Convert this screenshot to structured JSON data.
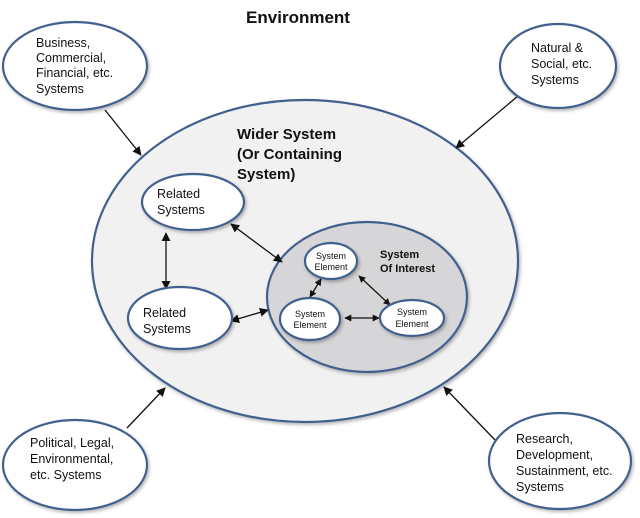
{
  "title": "Environment",
  "environment_systems": [
    {
      "id": "business",
      "lines": [
        "Business,",
        "Commercial,",
        "Financial, etc.",
        "Systems"
      ]
    },
    {
      "id": "natural",
      "lines": [
        "Natural &",
        "Social, etc.",
        "Systems"
      ]
    },
    {
      "id": "political",
      "lines": [
        "Political, Legal,",
        "Environmental,",
        "etc. Systems"
      ]
    },
    {
      "id": "research",
      "lines": [
        "Research,",
        "Development,",
        "Sustainment, etc.",
        "Systems"
      ]
    }
  ],
  "wider_system": {
    "lines": [
      "Wider System",
      "(Or Containing",
      "System)"
    ]
  },
  "related_systems": [
    {
      "id": "related-top",
      "lines": [
        "Related",
        "Systems"
      ]
    },
    {
      "id": "related-bottom",
      "lines": [
        "Related",
        "Systems"
      ]
    }
  ],
  "system_of_interest": {
    "lines": [
      "System",
      "Of Interest"
    ],
    "elements": [
      {
        "id": "element-top",
        "lines": [
          "System",
          "Element"
        ]
      },
      {
        "id": "element-left",
        "lines": [
          "System",
          "Element"
        ]
      },
      {
        "id": "element-right",
        "lines": [
          "System",
          "Element"
        ]
      }
    ]
  },
  "connections": [
    {
      "from": "business",
      "to": "wider-system",
      "type": "one-way"
    },
    {
      "from": "natural",
      "to": "wider-system",
      "type": "one-way"
    },
    {
      "from": "political",
      "to": "wider-system",
      "type": "one-way"
    },
    {
      "from": "research",
      "to": "wider-system",
      "type": "one-way"
    },
    {
      "from": "related-top",
      "to": "related-bottom",
      "type": "two-way"
    },
    {
      "from": "related-top",
      "to": "system-of-interest",
      "type": "two-way"
    },
    {
      "from": "related-bottom",
      "to": "system-of-interest",
      "type": "two-way"
    },
    {
      "from": "element-top",
      "to": "element-left",
      "type": "two-way"
    },
    {
      "from": "element-top",
      "to": "element-right",
      "type": "two-way"
    },
    {
      "from": "element-left",
      "to": "element-right",
      "type": "two-way"
    }
  ],
  "colors": {
    "outline": "#43618e",
    "wider_fill": "#f1f1f2",
    "soi_fill": "#d6d6d8",
    "node_fill": "#ffffff"
  }
}
